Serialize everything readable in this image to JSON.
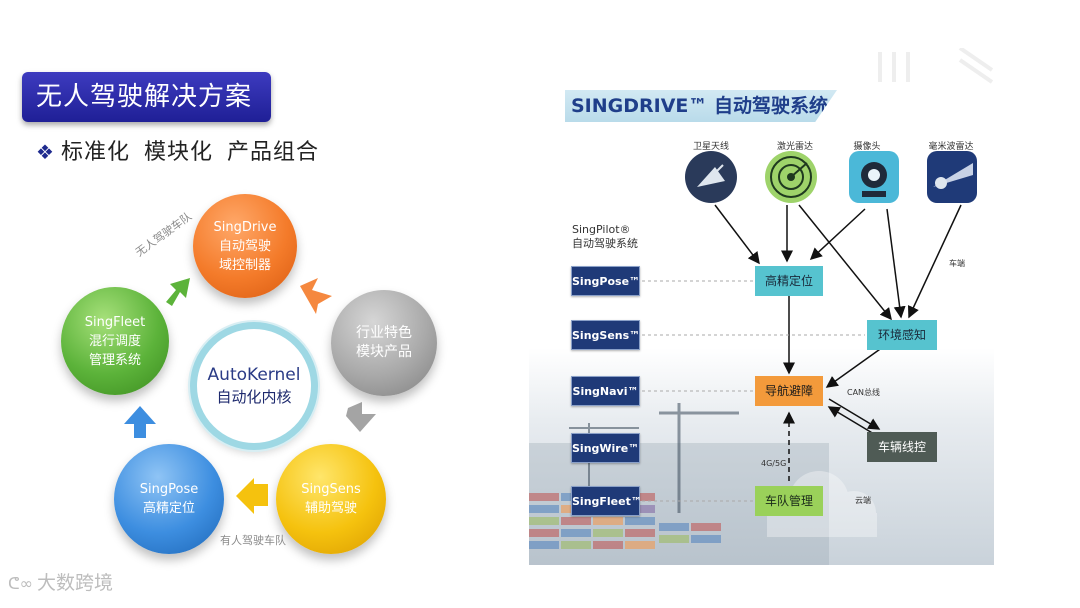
{
  "slide": {
    "title": "无人驾驶解决方案",
    "subtitle": [
      "标准化",
      "模块化",
      "产品组合"
    ],
    "footer_logo": "大数跨境"
  },
  "cycle": {
    "core": {
      "title": "AutoKernel",
      "subtitle": "自动化内核"
    },
    "nodes": {
      "drive": {
        "line1": "SingDrive",
        "line2": "自动驾驶",
        "line3": "域控制器"
      },
      "industry": {
        "line1": "行业特色",
        "line2": "模块产品"
      },
      "sens": {
        "line1": "SingSens",
        "line2": "辅助驾驶"
      },
      "pose": {
        "line1": "SingPose",
        "line2": "高精定位"
      },
      "fleet": {
        "line1": "SingFleet",
        "line2": "混行调度",
        "line3": "管理系统"
      }
    },
    "label_unmanned": "无人驾驶车队",
    "label_manned": "有人驾驶车队"
  },
  "panel": {
    "title": "SINGDRIVE™ 自动驾驶系统",
    "sensors": [
      "卫星天线",
      "激光雷达",
      "摄像头",
      "毫米波雷达"
    ],
    "singpilot": {
      "name": "SingPilot®",
      "desc": "自动驾驶系统"
    },
    "systems": [
      "SingPose™",
      "SingSens™",
      "SingNavi™",
      "SingWire™",
      "SingFleet™"
    ],
    "nodes": {
      "hd_pos": "高精定位",
      "env": "环境感知",
      "nav": "导航避障",
      "ctrl": "车辆线控",
      "fleet": "车队管理"
    },
    "labels": {
      "vehicle_end": "车端",
      "can": "CAN总线",
      "net": "4G/5G",
      "cloud": "云端"
    }
  },
  "colors": {
    "banner": "#2b2aa8",
    "drive": "#f47b2a",
    "industry": "#a9a9a9",
    "sens": "#f5c20e",
    "pose": "#3d8ee0",
    "fleet": "#5cb33a",
    "core_ring": "#9ed8e4",
    "sys_box": "#1f3a78",
    "teal_node": "#56c3cf",
    "nav_node": "#f39a3b",
    "ctrl_node": "#4f5b55",
    "fleet_node": "#9ad15a"
  }
}
